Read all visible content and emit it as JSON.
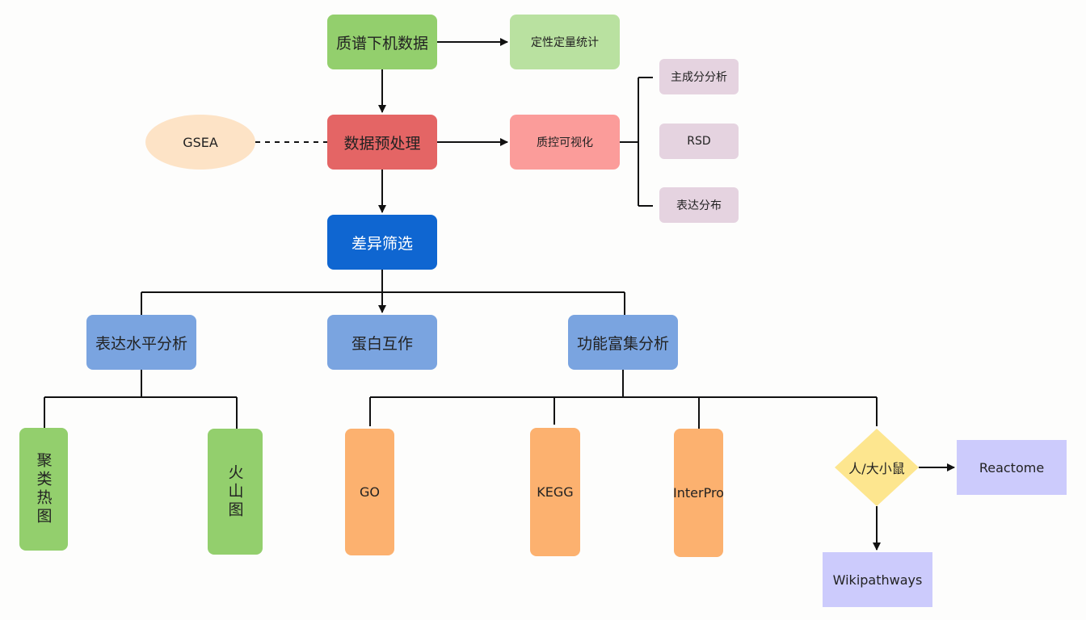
{
  "nodes": {
    "zhipu": "质谱下机数据",
    "dingxing": "定性定量统计",
    "yuchuli": "数据预处理",
    "gsea": "GSEA",
    "zhikong": "质控可视化",
    "zhucheng": "主成分分析",
    "rsd": "RSD",
    "biaoda_fenbu": "表达分布",
    "chayi": "差异筛选",
    "biaoda_shuiping": "表达水平分析",
    "danbai": "蛋白互作",
    "gongneng": "功能富集分析",
    "julei": "聚类热图",
    "huoshan": "火山图",
    "go": "GO",
    "kegg": "KEGG",
    "interpro": "InterPro",
    "species": "人/大小鼠",
    "reactome": "Reactome",
    "wiki": "Wikipathways"
  },
  "colors": {
    "line": "#111111",
    "start": "#93cf6d",
    "preprocess": "#e46565",
    "filter": "#0f66d1",
    "analysis": "#7aa4e0",
    "leaf_orange": "#fcb16f",
    "decision": "#fde68f",
    "database": "#cccbfc"
  }
}
